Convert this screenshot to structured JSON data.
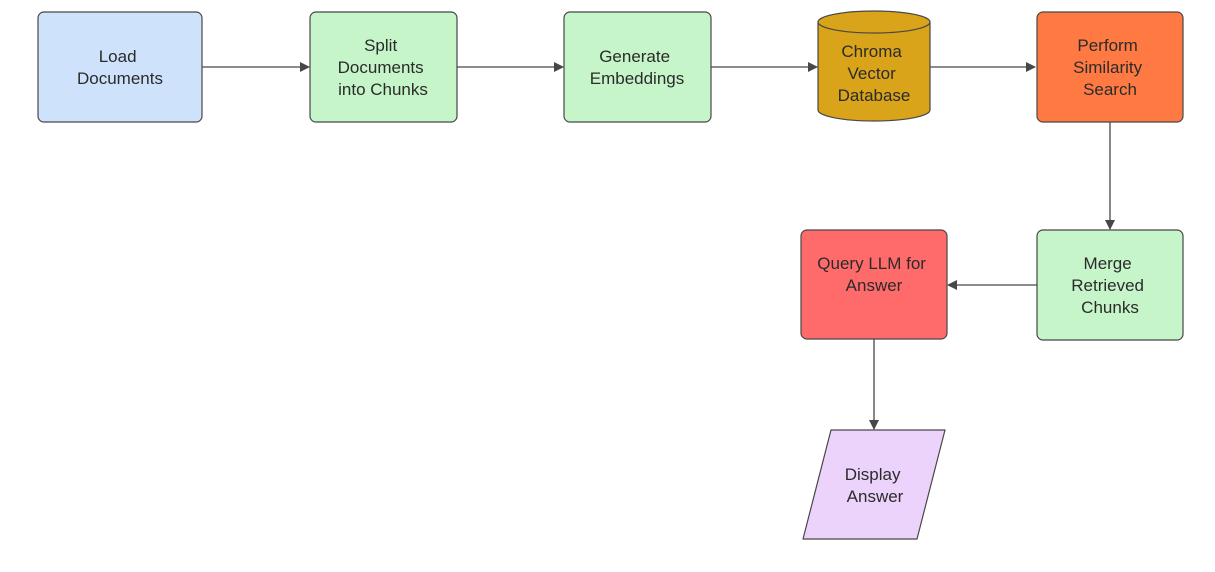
{
  "diagram": {
    "nodes": [
      {
        "id": "load",
        "lines": [
          "Load",
          "Documents"
        ],
        "shape": "rect",
        "color": "#cfe2fc"
      },
      {
        "id": "split",
        "lines": [
          "Split",
          "Documents",
          "into Chunks"
        ],
        "shape": "rect",
        "color": "#c5f5c9"
      },
      {
        "id": "embed",
        "lines": [
          "Generate",
          "Embeddings"
        ],
        "shape": "rect",
        "color": "#c5f5c9"
      },
      {
        "id": "chroma",
        "lines": [
          "Chroma",
          "Vector",
          "Database"
        ],
        "shape": "cylinder",
        "color": "#d9a31a"
      },
      {
        "id": "search",
        "lines": [
          "Perform",
          "Similarity",
          "Search"
        ],
        "shape": "rect",
        "color": "#ff7a42"
      },
      {
        "id": "merge",
        "lines": [
          "Merge",
          "Retrieved",
          "Chunks"
        ],
        "shape": "rect",
        "color": "#c5f5c9"
      },
      {
        "id": "query",
        "lines": [
          "Query LLM for",
          "Answer"
        ],
        "shape": "rect",
        "color": "#ff6b6b"
      },
      {
        "id": "display",
        "lines": [
          "Display",
          "Answer"
        ],
        "shape": "parallelogram",
        "color": "#ecd3fb"
      }
    ],
    "edges": [
      {
        "from": "load",
        "to": "split"
      },
      {
        "from": "split",
        "to": "embed"
      },
      {
        "from": "embed",
        "to": "chroma"
      },
      {
        "from": "chroma",
        "to": "search"
      },
      {
        "from": "search",
        "to": "merge"
      },
      {
        "from": "merge",
        "to": "query"
      },
      {
        "from": "query",
        "to": "display"
      }
    ],
    "stroke_color": "#474747"
  }
}
